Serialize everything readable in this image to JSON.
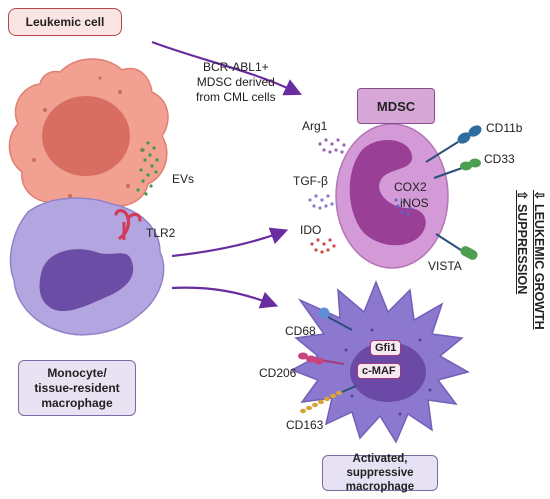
{
  "labels": {
    "leukemic_cell": "Leukemic cell",
    "monocyte_line1": "Monocyte/",
    "monocyte_line2": "tissue-resident",
    "monocyte_line3": "macrophage",
    "bcr_line1": "BCR-ABL1+",
    "bcr_line2": "MDSC derived",
    "bcr_line3": "from CML cells",
    "evs": "EVs",
    "tlr2": "TLR2",
    "mdsc": "MDSC",
    "arg1": "Arg1",
    "tgfb": "TGF-β",
    "ido": "IDO",
    "cox2": "COX2",
    "inos": "iNOS",
    "cd11b": "CD11b",
    "cd33": "CD33",
    "vista": "VISTA",
    "cd68": "CD68",
    "cd206": "CD206",
    "cd163": "CD163",
    "gfi1": "Gfi1",
    "cmaf": "c-MAF",
    "activated_line1": "Activated, suppressive",
    "activated_line2": "macrophage",
    "side_line1": "⇩ LEUKEMIC GROWTH",
    "side_line2": "⇧ SUPPRESSION"
  },
  "colors": {
    "arrow": "#6a2d9f",
    "leukemic_cell": "#f2a091",
    "monocyte": "#b3a6e0",
    "mdsc_cell": "#d49ad8",
    "macrophage": "#8d78cf"
  },
  "icons": [
    "leukemic-cell-icon",
    "monocyte-icon",
    "mdsc-cell-icon",
    "macrophage-icon",
    "receptor-icon",
    "vesicle-icon"
  ]
}
